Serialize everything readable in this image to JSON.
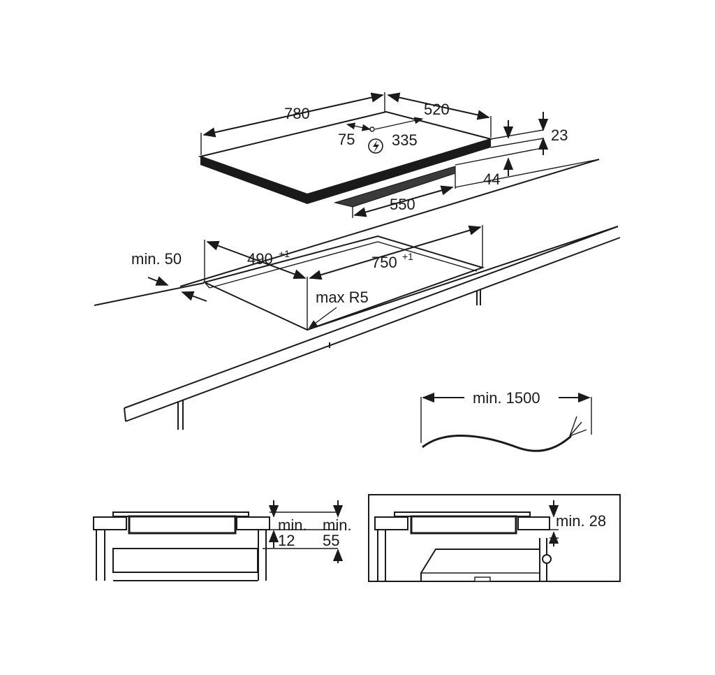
{
  "hob": {
    "width": "780",
    "depth": "520",
    "connection_offset": "75",
    "connection_depth": "335",
    "glass_height": "23",
    "body_height": "44",
    "body_width": "550",
    "power_icon": "lightning-circle-icon"
  },
  "cutout": {
    "min_front_distance": "min. 50",
    "depth": "490",
    "depth_tolerance": "+1",
    "width": "750",
    "width_tolerance": "+1",
    "corner_radius": "max R5"
  },
  "cable": {
    "min_length": "min. 1500"
  },
  "section_left": {
    "label_a_line1": "min.",
    "label_a_line2": "12",
    "label_b_line1": "min.",
    "label_b_line2": "55"
  },
  "section_right": {
    "label": "min. 28"
  }
}
